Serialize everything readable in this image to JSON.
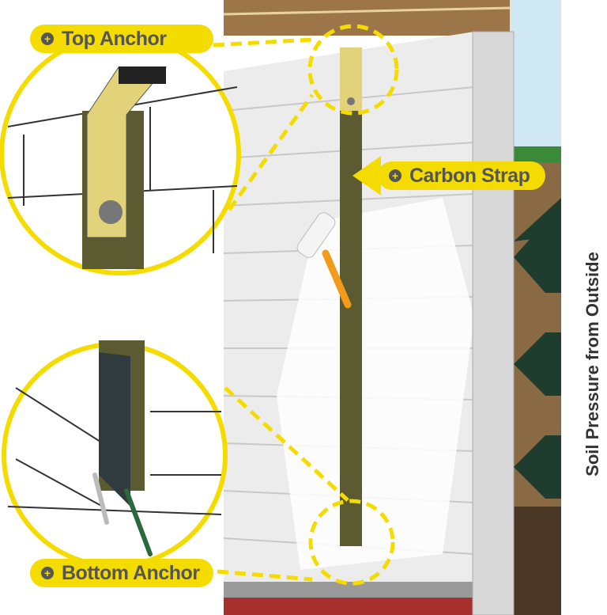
{
  "labels": {
    "top_anchor": "Top Anchor",
    "carbon_strap": "Carbon Strap",
    "bottom_anchor": "Bottom Anchor",
    "soil_pressure": "Soil Pressure from Outside"
  },
  "colors": {
    "callout": "#f5dc00",
    "label_text": "#555555",
    "soil_arrow": "#1f3d2e",
    "soil": "#8a6a45",
    "wall": "#f2f2f2"
  }
}
